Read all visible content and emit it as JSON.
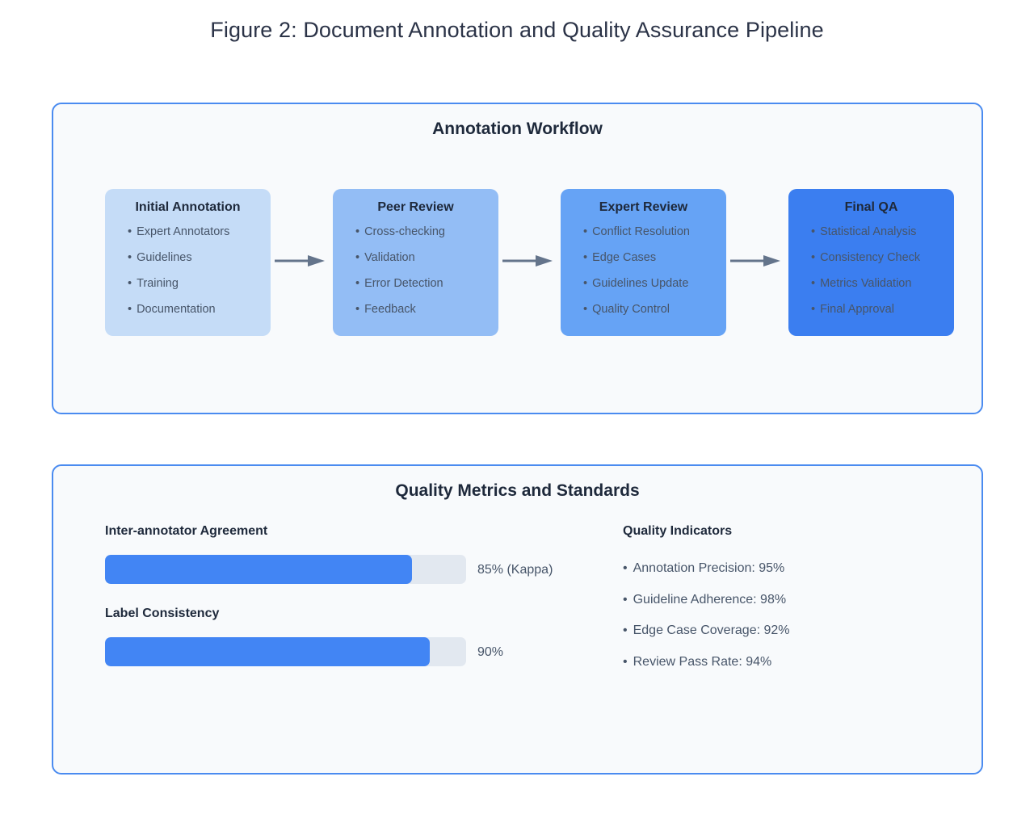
{
  "figure": {
    "title": "Figure 2: Document Annotation and Quality Assurance Pipeline"
  },
  "workflow_panel": {
    "title": "Annotation Workflow",
    "stages": [
      {
        "title": "Initial Annotation",
        "color": "#c5dcf7",
        "items": [
          "Expert Annotators",
          "Guidelines",
          "Training",
          "Documentation"
        ]
      },
      {
        "title": "Peer Review",
        "color": "#93bdf5",
        "items": [
          "Cross-checking",
          "Validation",
          "Error Detection",
          "Feedback"
        ]
      },
      {
        "title": "Expert Review",
        "color": "#66a3f5",
        "items": [
          "Conflict Resolution",
          "Edge Cases",
          "Guidelines Update",
          "Quality Control"
        ]
      },
      {
        "title": "Final QA",
        "color": "#3b7ef0",
        "items": [
          "Statistical Analysis",
          "Consistency Check",
          "Metrics Validation",
          "Final Approval"
        ]
      }
    ],
    "arrow_icon": "arrow-right-icon",
    "arrow_color": "#64748b"
  },
  "metrics_panel": {
    "title": "Quality Metrics and Standards",
    "metrics": [
      {
        "label": "Inter-annotator Agreement",
        "percent": 85,
        "value_text": "85% (Kappa)"
      },
      {
        "label": "Label Consistency",
        "percent": 90,
        "value_text": "90%"
      }
    ],
    "indicators_title": "Quality Indicators",
    "indicators": [
      "Annotation Precision: 95%",
      "Guideline Adherence: 98%",
      "Edge Case Coverage: 92%",
      "Review Pass Rate: 94%"
    ]
  },
  "theme": {
    "panel_border": "#4a8bf0",
    "panel_background": "#f8fafc",
    "bar_fill": "#4285f4",
    "bar_track": "#e2e8f0",
    "heading_color": "#1e293b",
    "body_text_color": "#475569"
  }
}
